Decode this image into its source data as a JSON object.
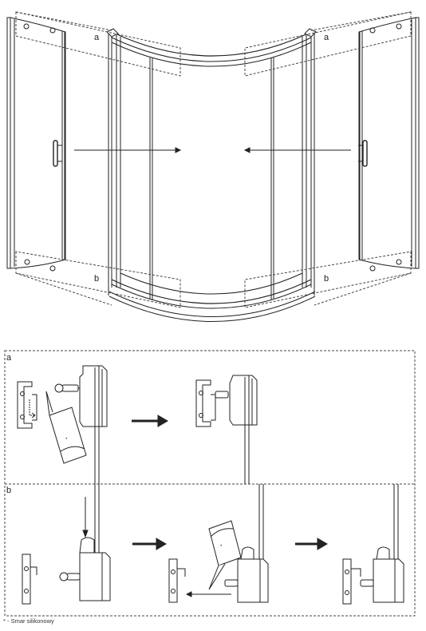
{
  "top_view": {
    "label_a_left": "a",
    "label_a_right": "a",
    "label_b_left": "b",
    "label_b_right": "b"
  },
  "detail_panel": {
    "label_a": "a",
    "label_b": "b",
    "glue_mark": "*"
  },
  "footnote": "* - Smar silikonowy"
}
